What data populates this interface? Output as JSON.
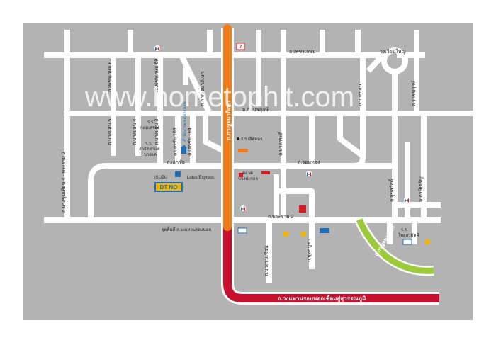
{
  "watermark": "www.hometophit.com",
  "roads": {
    "phetkasem": "ถ.เพชรเกษม",
    "kanlapaphruek": "ถ.กัลปพฤกษ์",
    "ekkachai": "ถ.เอกชัย",
    "chomthong": "ถ.จอมทอง",
    "rama2": "ถ.พระราม 2",
    "kanchanaphisek_main": "ถ.กาญจนาภิเษก",
    "outer_ring": "ถ.วงแหวนรอบนอกเชื่อมสู่สุวรรณภูมิ",
    "kanchanaphisek_link": "ถ.กาญจนาภิเษก",
    "bangkhunthian_rama2": "ถ.บางขุนเทียน 4 - พระราม 2",
    "bangbon5": "ถ.บางบอน 5",
    "bangbon4": "ถ.บางบอน 4",
    "bangbon3": "ถ.บางบอน 3",
    "phetkasem81": "ถ.เพชรเกษม 81",
    "phetkasem69": "ถ.เพชรเกษม 69",
    "ekkachai108": "ถ.เอกชัย 108",
    "ekkachai104": "ถ.เอกชัย 104",
    "kanchanaphisek_soi": "ถ.กาญจนาภิเษก",
    "bangkhunthian": "ถ.บางขุนเทียน",
    "bang_kradi": "ถ.บางกระดี่",
    "sukhumvit": "ถ.สุขสวัสดิ์",
    "phuttha_bucha": "ถ.พุทธบูชา",
    "ratchaphruek": "ถ.ราชพฤกษ์",
    "phasi_charoen": "ถ.ภาษีเจริญ",
    "soi_small": "ถ.บางบอน"
  },
  "places": {
    "wongwian": "วงเวียนใหญ่",
    "isuzu": "ISUZU",
    "lotus": "Lotus Express",
    "dt_no": "DT NO",
    "district": "สำนักงานเขตบางบอน",
    "school1": "ร.ร.",
    "school1b": "กลุ่มเศรษฐ์",
    "school2": "ร.ร.",
    "school2b": "สาธิตตาแต้",
    "school2c": "บางแค",
    "school3": "ร.ร.เลิศหล้า",
    "market": "ตลาด",
    "market2": "บางปะกอก",
    "highway_police": "จุดพื้นที่ ถ.วงแหวนรอบนอก",
    "mb": "ร.ร.",
    "mb2": "ไทยสามัคคี"
  },
  "colors": {
    "background": "#b3b3b3",
    "road": "#ffffff",
    "orange_road": "#f07c1a",
    "red_road": "#c8102e",
    "green_road": "#9bcb3b",
    "label": "#222222",
    "white_label": "#ffffff",
    "shop_blue": "#1e6fb5",
    "shop_red": "#d71920",
    "shop_yellow": "#f4b400"
  },
  "icons": [
    "carrefour-icon",
    "isuzu-icon",
    "lotus-icon",
    "bank-icon",
    "fuel-icon",
    "shop-icon",
    "landmark-icon"
  ]
}
